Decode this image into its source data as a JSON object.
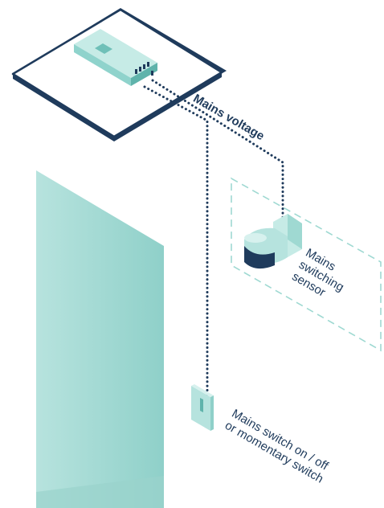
{
  "labels": {
    "mains_voltage": "Mains voltage",
    "sensor_line1": "Mains",
    "sensor_line2": "switching",
    "sensor_line3": "sensor",
    "switch_line1": "Mains switch on / off",
    "switch_line2": "or momentary switch"
  },
  "colors": {
    "navy": "#1f3b5c",
    "teal": "#8fd3cc",
    "teal_light": "#bde5e1",
    "teal_dark": "#5fb3ab",
    "wall_teal": "#a8dcd7",
    "dashed": "#9fd9d2"
  },
  "icons": {
    "driver": "led-driver-icon",
    "sensor": "motion-sensor-icon",
    "switch": "wall-switch-icon"
  }
}
